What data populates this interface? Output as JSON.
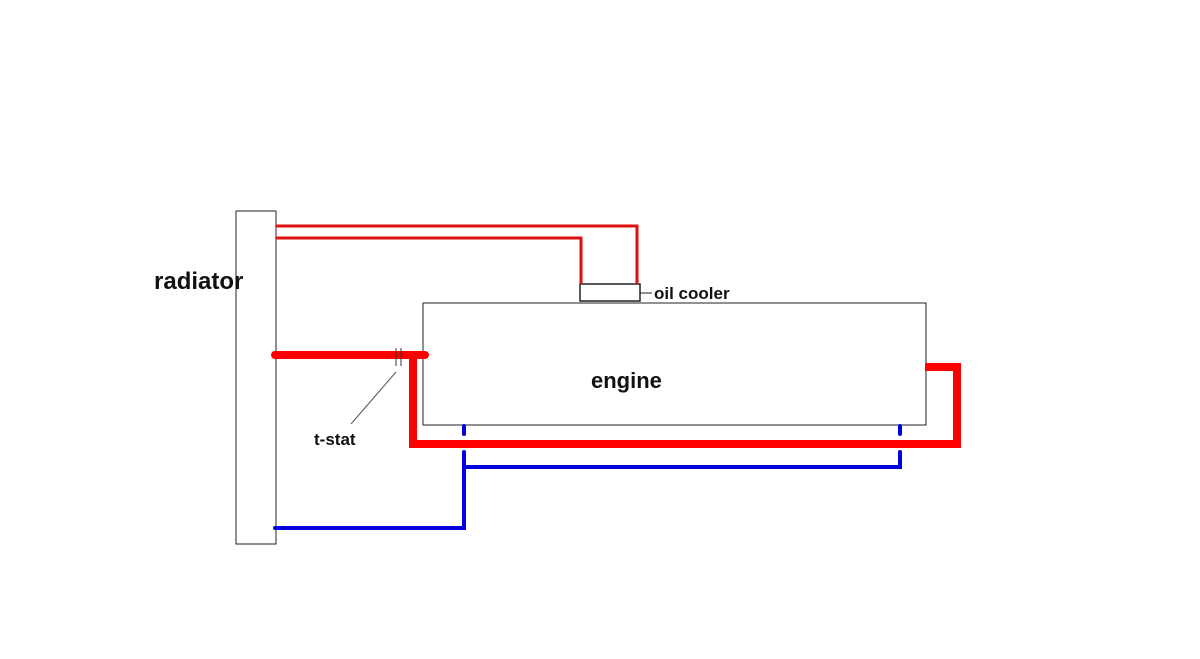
{
  "diagram": {
    "type": "cooling-system-schematic",
    "labels": {
      "radiator": "radiator",
      "engine": "engine",
      "oil_cooler": "oil cooler",
      "thermostat": "t-stat"
    },
    "colors": {
      "hot_line": "#ff0000",
      "hot_line_thin": "#dd1111",
      "cold_line": "#0000dd",
      "outline": "#222222",
      "background": "#ffffff"
    },
    "components": [
      {
        "id": "radiator",
        "label": "radiator"
      },
      {
        "id": "engine",
        "label": "engine"
      },
      {
        "id": "oil-cooler",
        "label": "oil cooler"
      },
      {
        "id": "thermostat",
        "label": "t-stat"
      }
    ],
    "connections": [
      {
        "id": "oil-cooler-return",
        "from": "radiator",
        "to": "oil-cooler",
        "kind": "hot-thin"
      },
      {
        "id": "oil-cooler-feed",
        "from": "radiator",
        "to": "oil-cooler",
        "kind": "hot-thin"
      },
      {
        "id": "radiator-hot-inlet",
        "from": "engine",
        "to": "radiator",
        "kind": "hot",
        "via": "thermostat"
      },
      {
        "id": "engine-hot-loop",
        "from": "engine",
        "to": "engine",
        "kind": "hot"
      },
      {
        "id": "radiator-cold-outlet",
        "from": "radiator",
        "to": "engine",
        "kind": "cold"
      }
    ]
  }
}
